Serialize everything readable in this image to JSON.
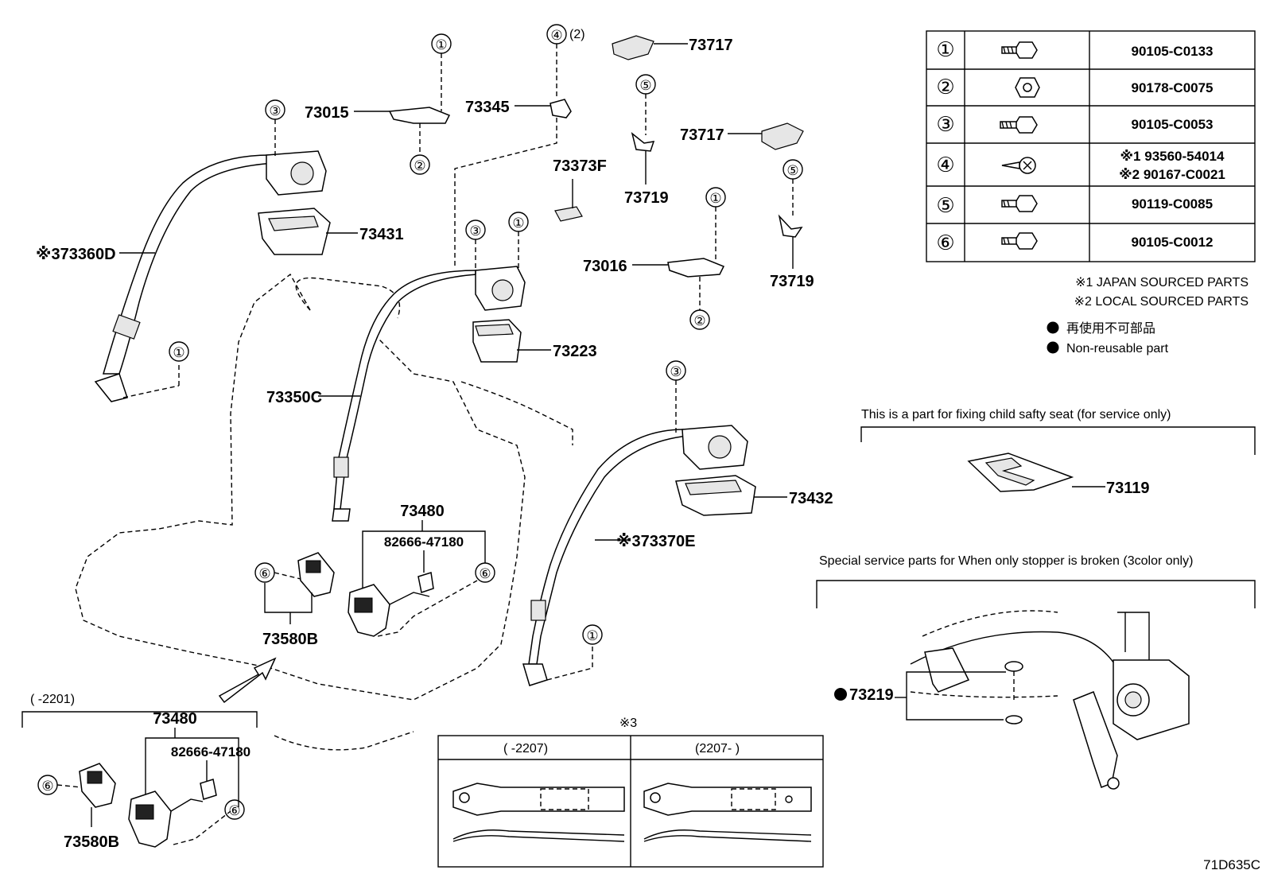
{
  "table": {
    "rows": [
      {
        "num": "①",
        "pn": [
          "90105-C0133"
        ]
      },
      {
        "num": "②",
        "pn": [
          "90178-C0075"
        ]
      },
      {
        "num": "③",
        "pn": [
          "90105-C0053"
        ]
      },
      {
        "num": "④",
        "pn": [
          "※1 93560-54014",
          "※2 90167-C0021"
        ]
      },
      {
        "num": "⑤",
        "pn": [
          "90119-C0085"
        ]
      },
      {
        "num": "⑥",
        "pn": [
          "90105-C0012"
        ]
      }
    ]
  },
  "legend": {
    "japan": "※1 JAPAN SOURCED PARTS",
    "local": "※2 LOCAL SOURCED PARTS",
    "nonreuse_jp": "再使用不可部品",
    "nonreuse_en": "Non-reusable part"
  },
  "child_seat": {
    "caption": "This is a part for fixing child safty seat (for service only)",
    "part": "73119"
  },
  "stopper": {
    "caption": "Special service parts for When only stopper is broken (3color only)",
    "part": "73219"
  },
  "labels": {
    "p73015": "73015",
    "p73345": "73345",
    "p4qty": "(2)",
    "p73717a": "73717",
    "p73717b": "73717",
    "p73373F": "73373F",
    "p73719a": "73719",
    "p73719b": "73719",
    "p73016": "73016",
    "p73360D": "※373360D",
    "p73431": "73431",
    "p73223": "73223",
    "p73350C": "73350C",
    "p73432": "73432",
    "p73370E": "※373370E",
    "p73480": "73480",
    "p82666": "82666-47180",
    "p73580B": "73580B",
    "p73480b": "73480",
    "p82666b": "82666-47180",
    "p73580Bb": "73580B",
    "range1": "(     -2201)",
    "note3": "※3",
    "range2": "(     -2207)",
    "range3": "(2207-     )"
  },
  "callouts": {
    "c1": "①",
    "c2": "②",
    "c3": "③",
    "c4": "④",
    "c5": "⑤",
    "c6": "⑥"
  },
  "diagram_id": "71D635C"
}
